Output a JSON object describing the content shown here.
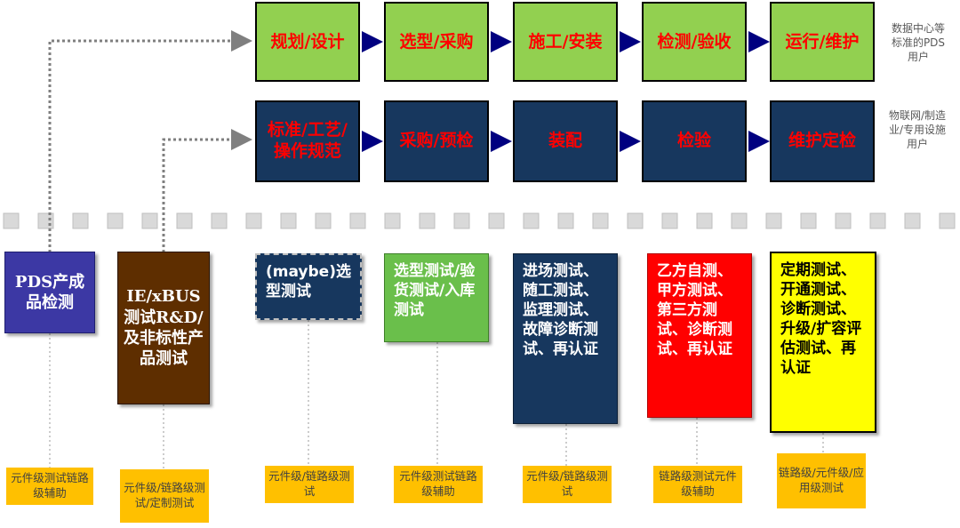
{
  "top_row": [
    "规划/设计",
    "选型/采购",
    "施工/安装",
    "检测/验收",
    "运行/维护"
  ],
  "top_row_note": "数据中心等标准的PDS用户",
  "mid_row": [
    "标准/工艺/操作规范",
    "采购/预检",
    "装配",
    "检验",
    "维护定检"
  ],
  "mid_row_note": "物联网/制造业/专用设施用户",
  "test_boxes": [
    "PDS产成品检测",
    "IE/xBUS测试R&D/及非标性产品测试",
    "(maybe)选型测试",
    "选型测试/验货测试/入库测试",
    "进场测试、随工测试、监理测试、故障诊断测试、再认证",
    "乙方自测、甲方测试、第三方测试、诊断测试、再认证",
    "定期测试、开通测试、诊断测试、升级/扩容评估测试、再认证"
  ],
  "level_tags": [
    "元件级测试链路级辅助",
    "元件级/链路级测试/定制测试",
    "元件级/链路级测试",
    "元件级测试链路级辅助",
    "元件级/链路级测试",
    "链路级测试元件级辅助",
    "链路级/元件级/应用级测试"
  ],
  "colors": {
    "top_fill": "#92d050",
    "mid_fill": "#17375e",
    "label_red": "#ff0000",
    "arrow_navy": "#000080",
    "pds_box": "#3c38a4",
    "ie_box": "#5e2e00",
    "maybe_box": "#17375e",
    "green_box": "#6abf4b",
    "navy_box": "#17375e",
    "red_box": "#ff0000",
    "yellow_box": "#ffff00",
    "tag_fill": "#ffc000"
  }
}
